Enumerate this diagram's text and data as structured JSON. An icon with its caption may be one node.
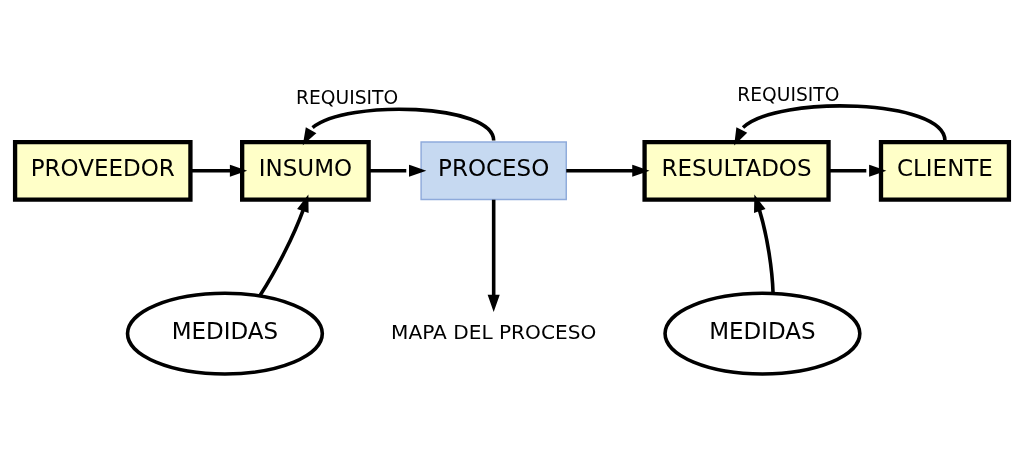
{
  "diagram": {
    "nodes": [
      {
        "text": [
          "PROVEEDOR"
        ]
      },
      {
        "text": [
          "INSUMO"
        ]
      },
      {
        "text": [
          "PROCESO"
        ]
      },
      {
        "text": [
          "RESULTADOS"
        ]
      },
      {
        "text": [
          "CLIENTE"
        ]
      },
      {
        "text": [
          "MEDIDAS"
        ]
      },
      {
        "text": [
          "MEDIDAS"
        ]
      },
      {
        "text": [
          "MAPA DEL PROCESO"
        ]
      }
    ],
    "edges": [
      {
        "from": 0,
        "to": 1,
        "arrow": "to"
      },
      {
        "from": 1,
        "to": 2,
        "arrow": "to"
      },
      {
        "from": 2,
        "to": 3,
        "arrow": "to"
      },
      {
        "from": 3,
        "to": 4,
        "arrow": "to"
      },
      {
        "from": 2,
        "to": 1,
        "arrow": "to",
        "label": "REQUISITO"
      },
      {
        "from": 4,
        "to": 3,
        "arrow": "to",
        "label": "REQUISITO"
      },
      {
        "from": 5,
        "to": 1,
        "arrow": "to"
      },
      {
        "from": 6,
        "to": 3,
        "arrow": "to"
      },
      {
        "from": 2,
        "to": 7,
        "arrow": "to"
      }
    ]
  }
}
